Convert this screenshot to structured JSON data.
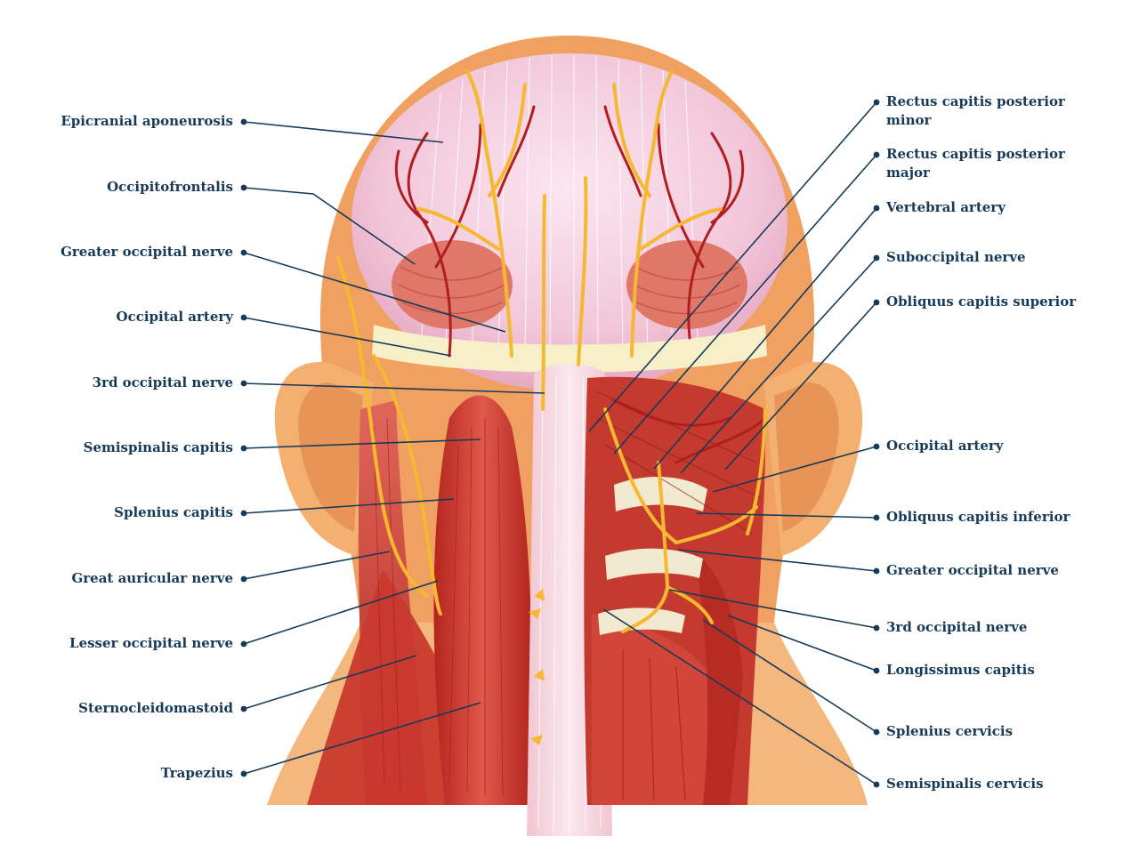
{
  "colors": {
    "label_text": "#173a58",
    "skin": "#f0a060",
    "muscle": "#c8372c",
    "nerve": "#f6b830",
    "artery": "#b01e22",
    "aponeurosis": "#f2cfe0"
  },
  "labels": {
    "left": [
      {
        "id": "epicranial-aponeurosis",
        "text": "Epicranial aponeurosis"
      },
      {
        "id": "occipitofrontalis",
        "text": "Occipitofrontalis"
      },
      {
        "id": "greater-occipital-nerve-left",
        "text": "Greater occipital nerve"
      },
      {
        "id": "occipital-artery-left",
        "text": "Occipital artery"
      },
      {
        "id": "third-occipital-nerve-left",
        "text": "3rd occipital nerve"
      },
      {
        "id": "semispinalis-capitis",
        "text": "Semispinalis capitis"
      },
      {
        "id": "splenius-capitis",
        "text": "Splenius capitis"
      },
      {
        "id": "great-auricular-nerve",
        "text": "Great auricular nerve"
      },
      {
        "id": "lesser-occipital-nerve",
        "text": "Lesser occipital nerve"
      },
      {
        "id": "sternocleidomastoid",
        "text": "Sternocleidomastoid"
      },
      {
        "id": "trapezius",
        "text": "Trapezius"
      }
    ],
    "right": [
      {
        "id": "rectus-capitis-posterior-minor",
        "lines": [
          "Rectus capitis posterior",
          "minor"
        ]
      },
      {
        "id": "rectus-capitis-posterior-major",
        "lines": [
          "Rectus capitis posterior",
          "major"
        ]
      },
      {
        "id": "vertebral-artery",
        "lines": [
          "Vertebral artery"
        ]
      },
      {
        "id": "suboccipital-nerve",
        "lines": [
          "Suboccipital nerve"
        ]
      },
      {
        "id": "obliquus-capitis-superior",
        "lines": [
          "Obliquus capitis superior"
        ]
      },
      {
        "id": "occipital-artery-right",
        "lines": [
          "Occipital artery"
        ]
      },
      {
        "id": "obliquus-capitis-inferior",
        "lines": [
          "Obliquus capitis inferior"
        ]
      },
      {
        "id": "greater-occipital-nerve-right",
        "lines": [
          "Greater occipital nerve"
        ]
      },
      {
        "id": "third-occipital-nerve-right",
        "lines": [
          "3rd occipital nerve"
        ]
      },
      {
        "id": "longissimus-capitis",
        "lines": [
          "Longissimus capitis"
        ]
      },
      {
        "id": "splenius-cervicis",
        "lines": [
          "Splenius cervicis"
        ]
      },
      {
        "id": "semispinalis-cervicis",
        "lines": [
          "Semispinalis cervicis"
        ]
      }
    ]
  }
}
